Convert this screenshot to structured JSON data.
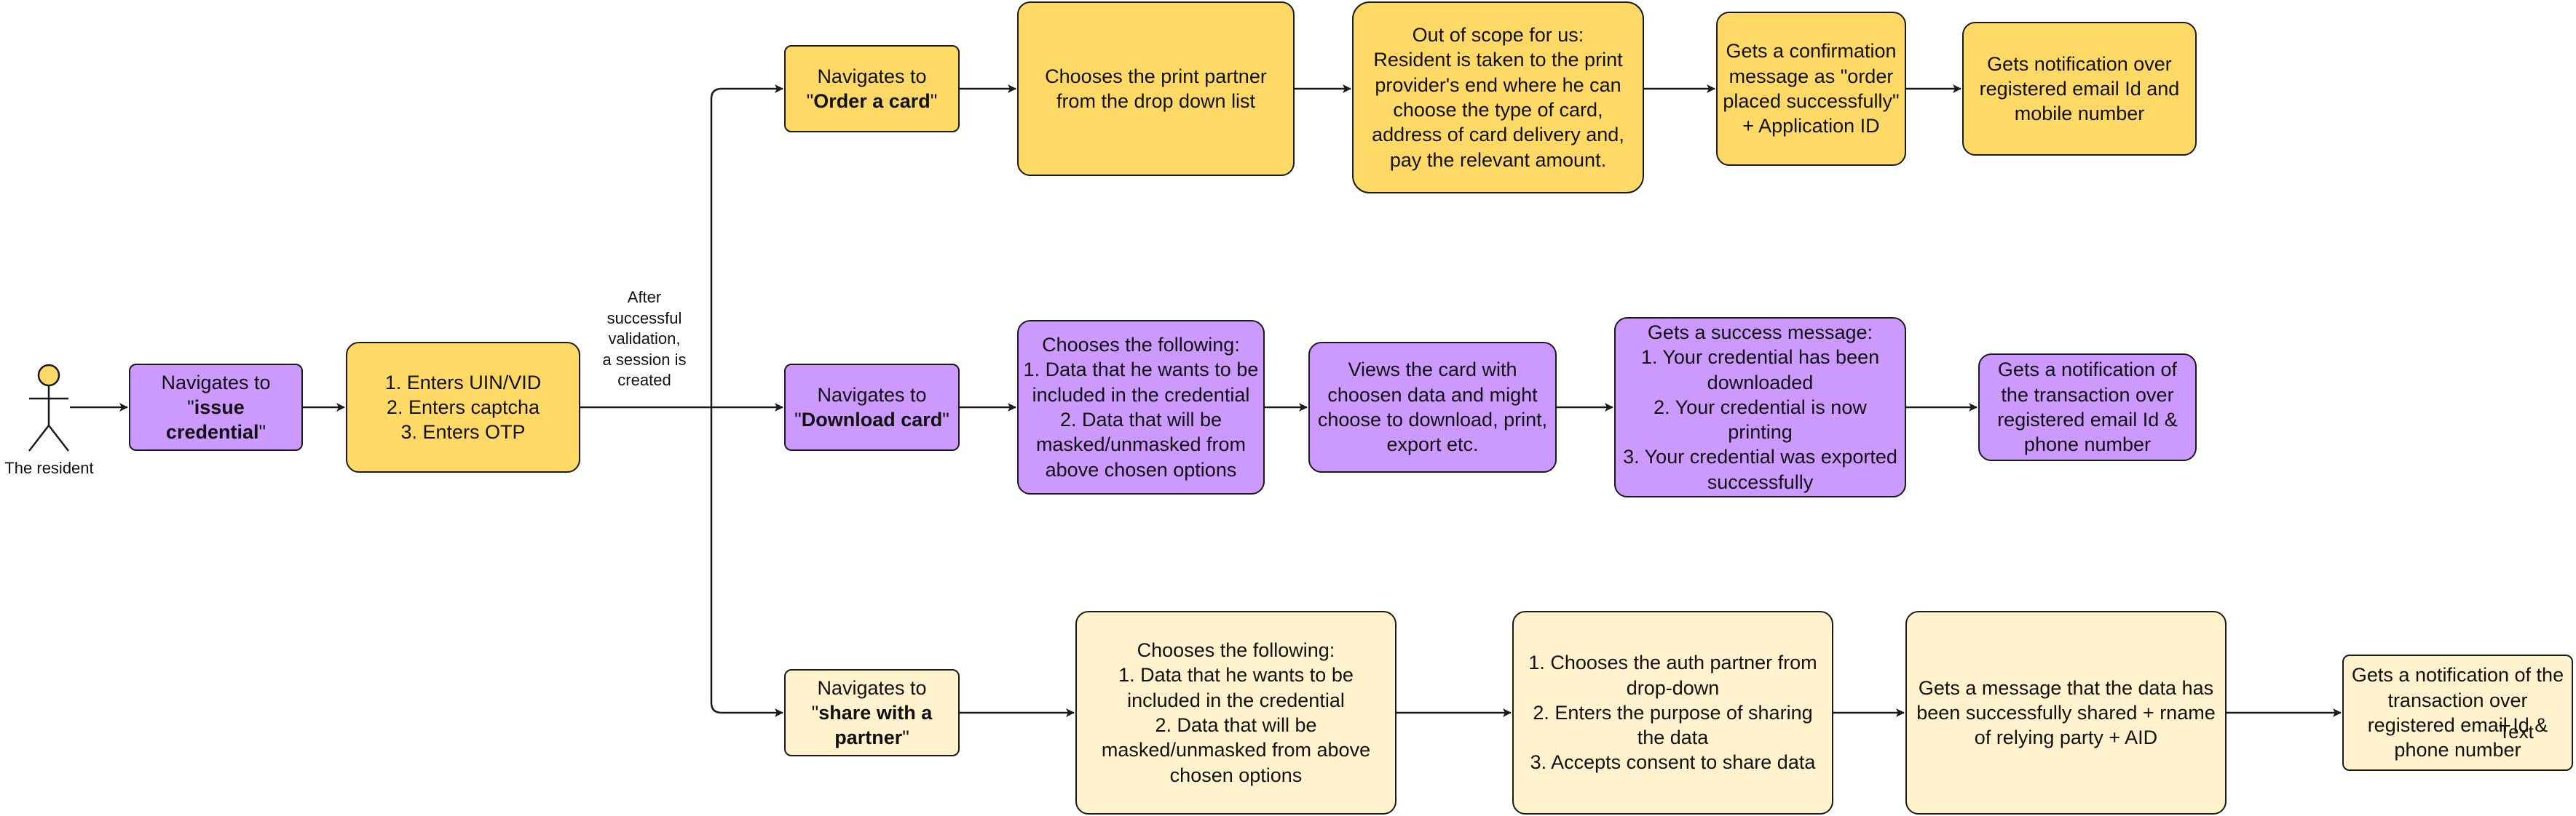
{
  "actor": {
    "label": "The resident"
  },
  "start": {
    "prefix": "Navigates to",
    "quote_open": "\"",
    "target": "issue credential",
    "quote_close": "\""
  },
  "auth": {
    "lines": [
      "1. Enters UIN/VID",
      "2. Enters captcha",
      "3. Enters OTP"
    ]
  },
  "session_note": {
    "lines": [
      "After",
      "successful",
      "validation,",
      "a session is",
      "created"
    ]
  },
  "row_order": {
    "nav": {
      "prefix": "Navigates to",
      "quote_open": "\"",
      "target": "Order a card",
      "quote_close": "\""
    },
    "step1": {
      "lines": [
        "Chooses the print partner",
        "from the drop down list"
      ]
    },
    "step2": {
      "lines": [
        "Out of scope for us:",
        "Resident is taken to the print",
        "provider's end where he can",
        "choose the type of card,",
        "address of card delivery and,",
        "pay the relevant amount."
      ]
    },
    "step3": {
      "lines": [
        "Gets a confirmation",
        "message as \"order",
        "placed successfully\"",
        "+ Application ID"
      ]
    },
    "step4": {
      "lines": [
        "Gets notification over",
        "registered email Id and",
        "mobile number"
      ]
    }
  },
  "row_download": {
    "nav": {
      "prefix": "Navigates to",
      "quote_open": "\"",
      "target": "Download card",
      "quote_close": "\""
    },
    "step1": {
      "lines": [
        "Chooses the following:",
        "1. Data that he wants to be",
        "included in the credential",
        "2. Data that will be",
        "masked/unmasked from",
        "above chosen options"
      ]
    },
    "step2": {
      "lines": [
        "Views the card with",
        "choosen data and might",
        "choose to download, print,",
        "export etc."
      ]
    },
    "step3": {
      "lines": [
        "Gets a success message:",
        "1. Your credential has been",
        "downloaded",
        "2. Your credential is now",
        "printing",
        "3. Your credential was exported",
        "successfully"
      ]
    },
    "step4": {
      "lines": [
        "Gets a notification of",
        "the transaction over",
        "registered email Id &",
        "phone number"
      ]
    }
  },
  "row_share": {
    "nav": {
      "prefix": "Navigates to",
      "quote_open": "\"",
      "target": "share with a",
      "target2": "partner",
      "quote_close": "\""
    },
    "step1": {
      "lines": [
        "Chooses the following:",
        "1. Data that he wants to be",
        "included in the credential",
        "2. Data that will be",
        "masked/unmasked from above",
        "chosen options"
      ]
    },
    "step2": {
      "lines": [
        "1. Chooses the auth partner from",
        "drop-down",
        "2. Enters the purpose of sharing",
        "the data",
        "3. Accepts consent to share data"
      ]
    },
    "step3": {
      "lines": [
        "Gets a message that the data has",
        "been successfully shared + rname",
        "of relying party + AID"
      ]
    },
    "step4": {
      "lines": [
        "Gets a notification of the",
        "transaction over",
        "registered email Id &",
        "phone number"
      ]
    },
    "stray_text": "Text"
  },
  "colors": {
    "gold": "#ffd966",
    "purple": "#cc99ff",
    "cream": "#fff2cc",
    "stroke": "#1a1a1a"
  }
}
